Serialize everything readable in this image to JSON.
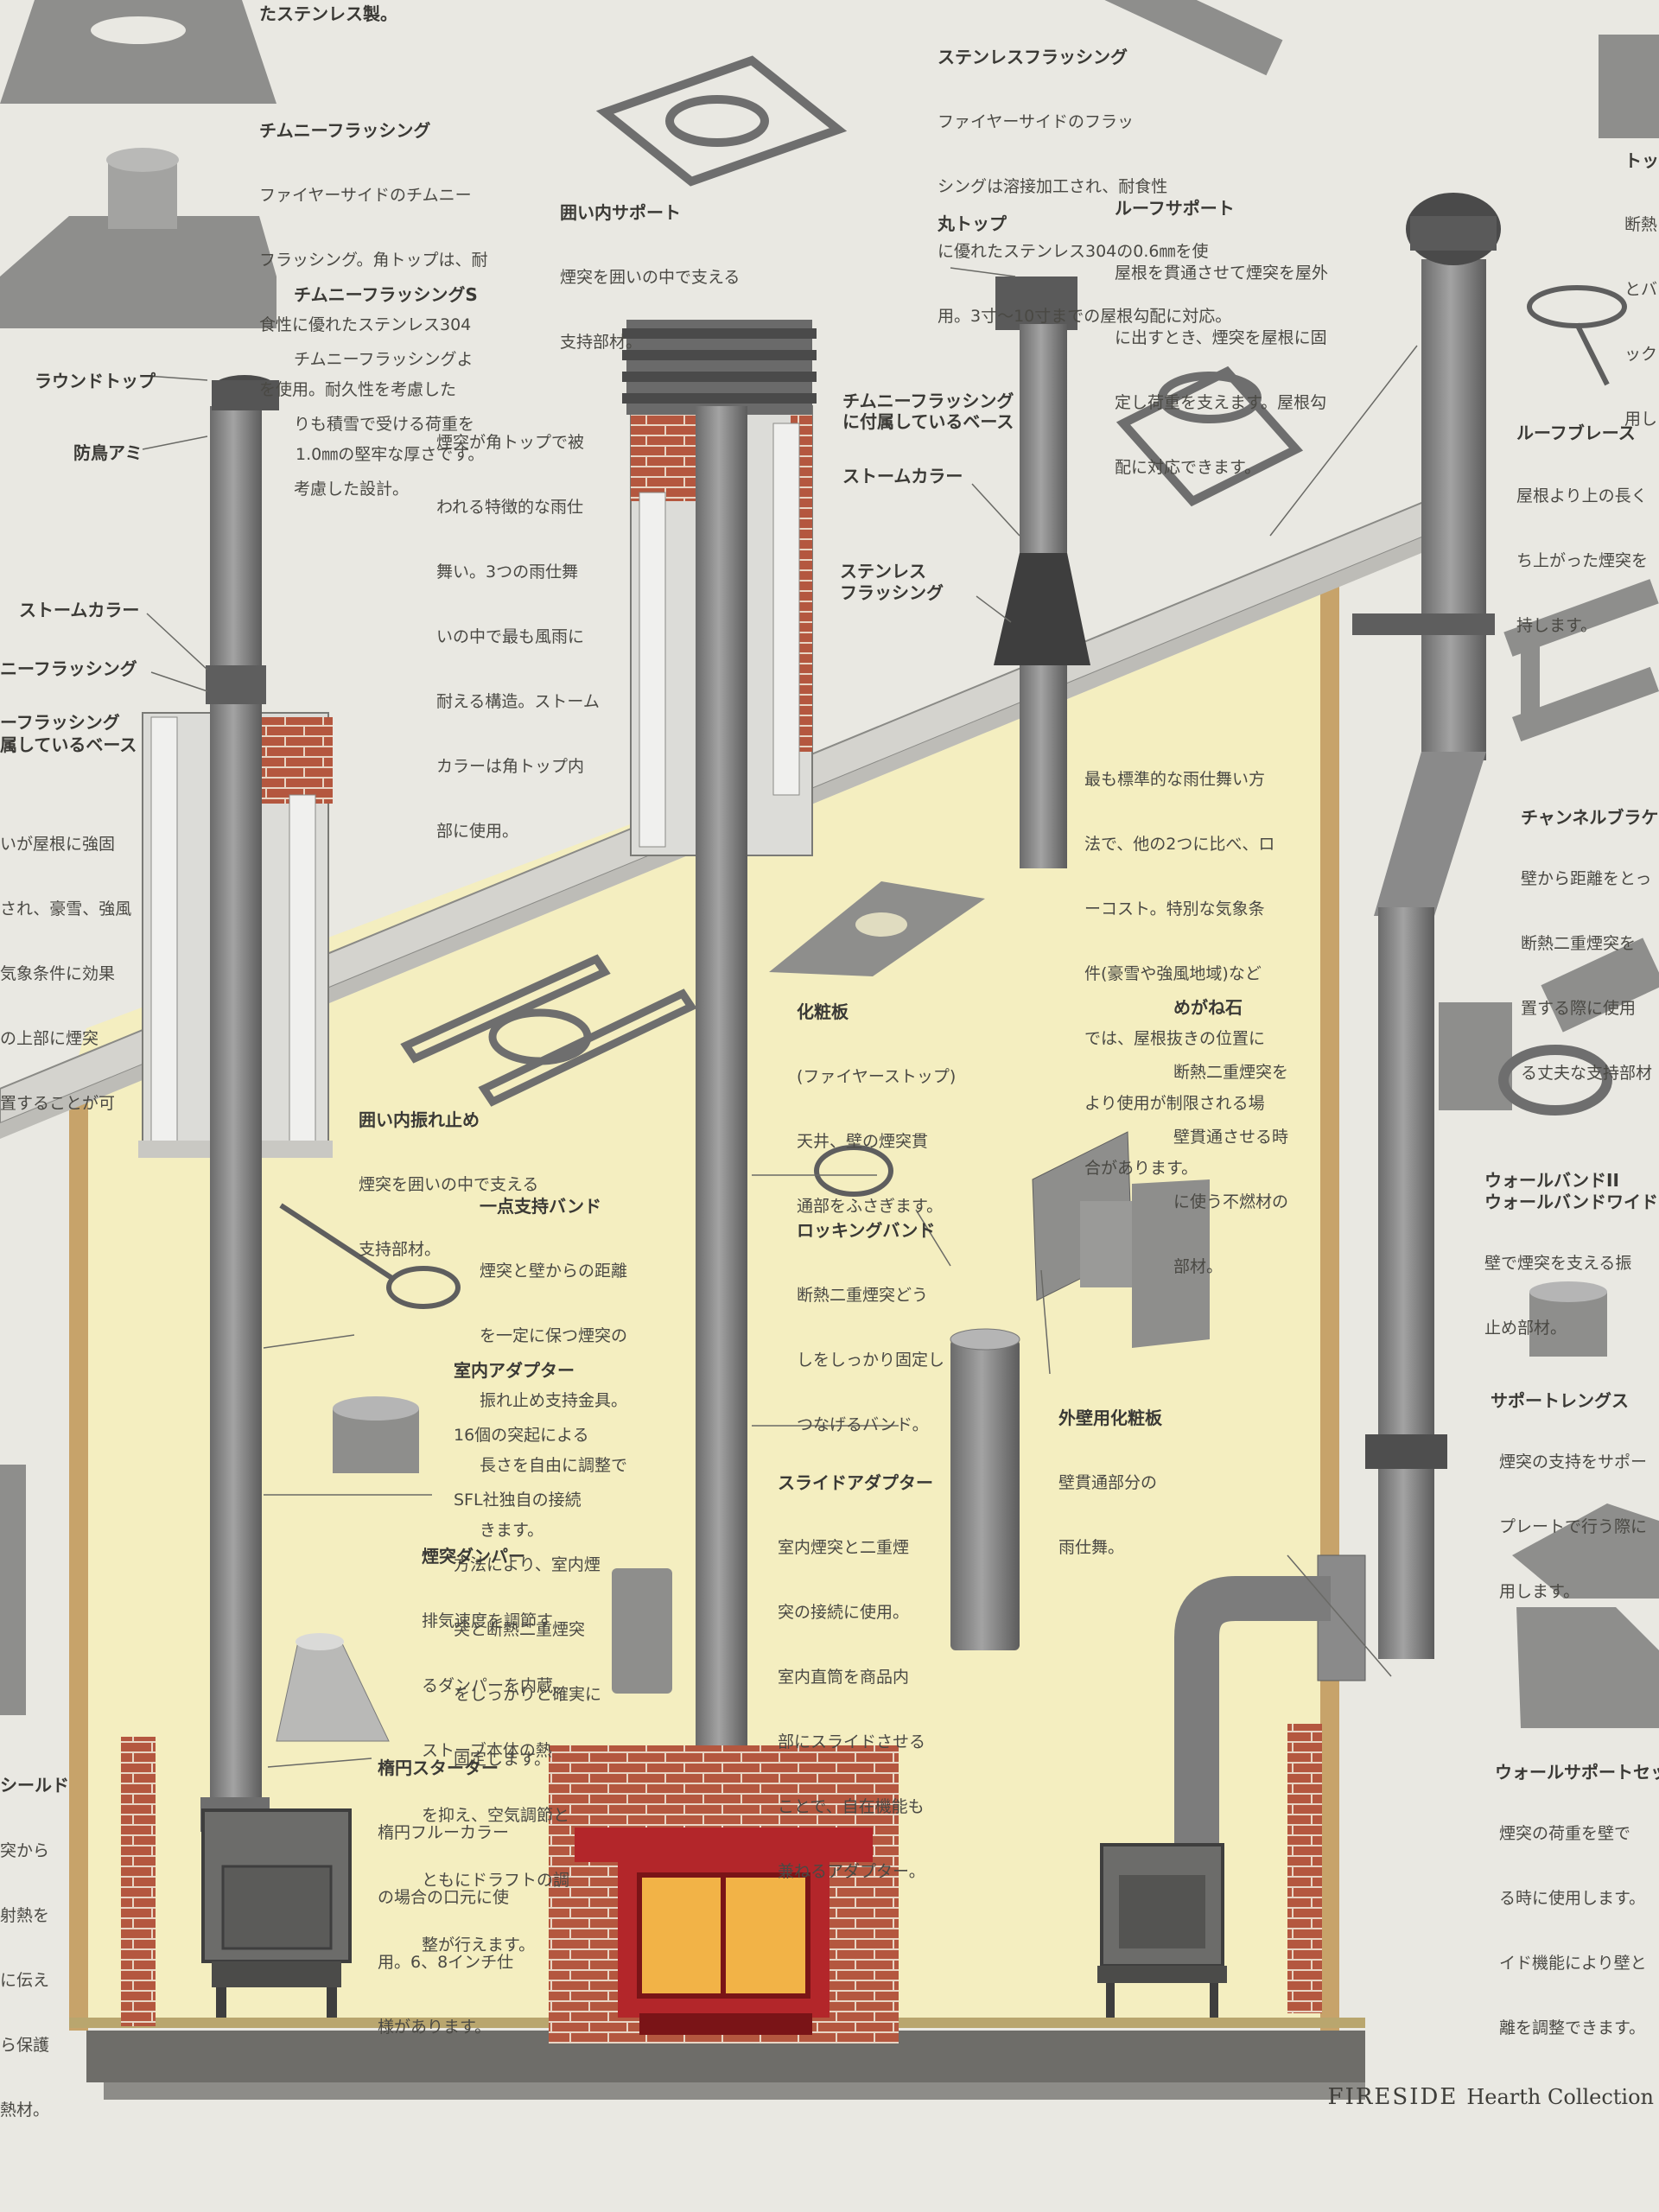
{
  "colors": {
    "page": "#e9e8e2",
    "wall": "#f4eec0",
    "pipe": "#8a8a8a",
    "pipe_dark": "#5e5e5e",
    "brick": "#b4573f",
    "stove_red": "#b3262a",
    "trim": "#c7a36a"
  },
  "labels": {
    "stainless_top": "たステンレス製。",
    "round_top": "ラウンドトップ",
    "bird_screen": "防鳥アミ",
    "storm_collar_left": "ストームカラー",
    "chimney_flashing_left": "ニーフラッシング",
    "flashing_base_left_1": "ーフラッシング",
    "flashing_base_left_2": "属しているベース",
    "maru_top": "丸トップ",
    "flashing_base_mid_1": "チムニーフラッシング",
    "flashing_base_mid_2": "に付属しているベース",
    "storm_collar_mid": "ストームカラー",
    "stainless_flashing_1": "ステンレス",
    "stainless_flashing_2": "フラッシング",
    "roof_brace": "ルーフブレース",
    "channel_bracket": "チャンネルブラケット",
    "wall_band": "ウォールバンドII",
    "wall_band_wide": "ウォールバンドワイド",
    "support_legs": "サポートレングス",
    "wall_support_set": "ウォールサポートセット",
    "shield": "シールド",
    "top_right": "トッ"
  },
  "blocks": {
    "chimney_flashing": {
      "title": "チムニーフラッシング",
      "lines": [
        "ファイヤーサイドのチムニー",
        "フラッシング。角トップは、耐",
        "食性に優れたステンレス304",
        "を使用。耐久性を考慮した",
        "1.0㎜の堅牢な厚さです。"
      ]
    },
    "chimney_flashing_s": {
      "title": "チムニーフラッシングS",
      "lines": [
        "チムニーフラッシングよ",
        "りも積雪で受ける荷重を",
        "考慮した設計。"
      ]
    },
    "enclosure_support": {
      "title": "囲い内サポート",
      "lines": [
        "煙突を囲いの中で支える",
        "支持部材。"
      ]
    },
    "square_top": {
      "title": "",
      "lines": [
        "煙突が角トップで被",
        "われる特徴的な雨仕",
        "舞い。3つの雨仕舞",
        "いの中で最も風雨に",
        "耐える構造。ストーム",
        "カラーは角トップ内",
        "部に使用。"
      ]
    },
    "stainless_flashing": {
      "title": "ステンレスフラッシング",
      "lines": [
        "ファイヤーサイドのフラッ",
        "シングは溶接加工され、耐食性",
        "に優れたステンレス304の0.6㎜を使",
        "用。3寸～10寸までの屋根勾配に対応。"
      ]
    },
    "roof_support": {
      "title": "ルーフサポート",
      "lines": [
        "屋根を貫通させて煙突を屋外",
        "に出すとき、煙突を屋根に固",
        "定し荷重を支えます。屋根勾",
        "配に対応できます。"
      ]
    },
    "roof_brace": {
      "title": "",
      "lines": [
        "屋根より上の長く",
        "ち上がった煙突を",
        "持します。"
      ]
    },
    "left_edge": {
      "title": "",
      "lines": [
        "いが屋根に強固",
        "され、豪雪、強風",
        "気象条件に効果",
        "の上部に煙突",
        "置することが可"
      ]
    },
    "standard": {
      "title": "",
      "lines": [
        "最も標準的な雨仕舞い方",
        "法で、他の2つに比べ、ロ",
        "ーコスト。特別な気象条",
        "件(豪雪や強風地域)など",
        "では、屋根抜きの位置に",
        "より使用が制限される場",
        "合があります。"
      ]
    },
    "channel": {
      "title": "",
      "lines": [
        "壁から距離をとっ",
        "断熱二重煙突を",
        "置する際に使用",
        "る丈夫な支持部材"
      ]
    },
    "fire_stop": {
      "title": "化粧板",
      "lines": [
        "(ファイヤーストップ)",
        "天井、壁の煙突貫",
        "通部をふさぎます。"
      ]
    },
    "megane": {
      "title": "めがね石",
      "lines": [
        "断熱二重煙突を",
        "壁貫通させる時",
        "に使う不燃材の",
        "部材。"
      ]
    },
    "enclosure_brace": {
      "title": "囲い内振れ止め",
      "lines": [
        "煙突を囲いの中で支える",
        "支持部材。"
      ]
    },
    "single_band": {
      "title": "一点支持バンド",
      "lines": [
        "煙突と壁からの距離",
        "を一定に保つ煙突の",
        "振れ止め支持金具。",
        "長さを自由に調整で",
        "きます。"
      ]
    },
    "locking_band": {
      "title": "ロッキングバンド",
      "lines": [
        "断熱二重煙突どう",
        "しをしっかり固定し",
        "つなげるバンド。"
      ]
    },
    "wall_band": {
      "title": "",
      "lines": [
        "壁で煙突を支える振",
        "止め部材。"
      ]
    },
    "indoor_adapter": {
      "title": "室内アダプター",
      "lines": [
        "16個の突起による",
        "SFL社独自の接続",
        "方法により、室内煙",
        "突と断熱二重煙突",
        "をしっかりと確実に",
        "固定します。"
      ]
    },
    "exterior_plate": {
      "title": "外壁用化粧板",
      "lines": [
        "壁貫通部分の",
        "雨仕舞。"
      ]
    },
    "support_legs": {
      "title": "",
      "lines": [
        "煙突の支持をサポー",
        "プレートで行う際に",
        "用します。"
      ]
    },
    "damper": {
      "title": "煙突ダンパー",
      "lines": [
        "排気速度を調節す",
        "るダンパーを内蔵。",
        "ストーブ本体の熱",
        "を抑え、空気調節と",
        "ともにドラフトの調",
        "整が行えます。"
      ]
    },
    "slide_adapter": {
      "title": "スライドアダプター",
      "lines": [
        "室内煙突と二重煙",
        "突の接続に使用。",
        "室内直筒を商品内",
        "部にスライドさせる",
        "ことで、自在機能も",
        "兼ねるアダプター。"
      ]
    },
    "wall_support": {
      "title": "",
      "lines": [
        "煙突の荷重を壁で",
        "る時に使用します。",
        "イド機能により壁と",
        "離を調整できます。"
      ]
    },
    "oval_starter": {
      "title": "楕円スターター",
      "lines": [
        "楕円フルーカラー",
        "の場合の口元に使",
        "用。6、8インチ仕",
        "様があります。"
      ]
    },
    "shield": {
      "title": "",
      "lines": [
        "突から",
        "射熱を",
        "に伝え",
        "ら保護",
        "熱材。"
      ]
    },
    "top_right": {
      "title": "",
      "lines": [
        "断熱",
        "とバ",
        "ック",
        "用し"
      ]
    }
  },
  "brand": {
    "name": "FIRESIDE",
    "collection": "Hearth Collection"
  }
}
